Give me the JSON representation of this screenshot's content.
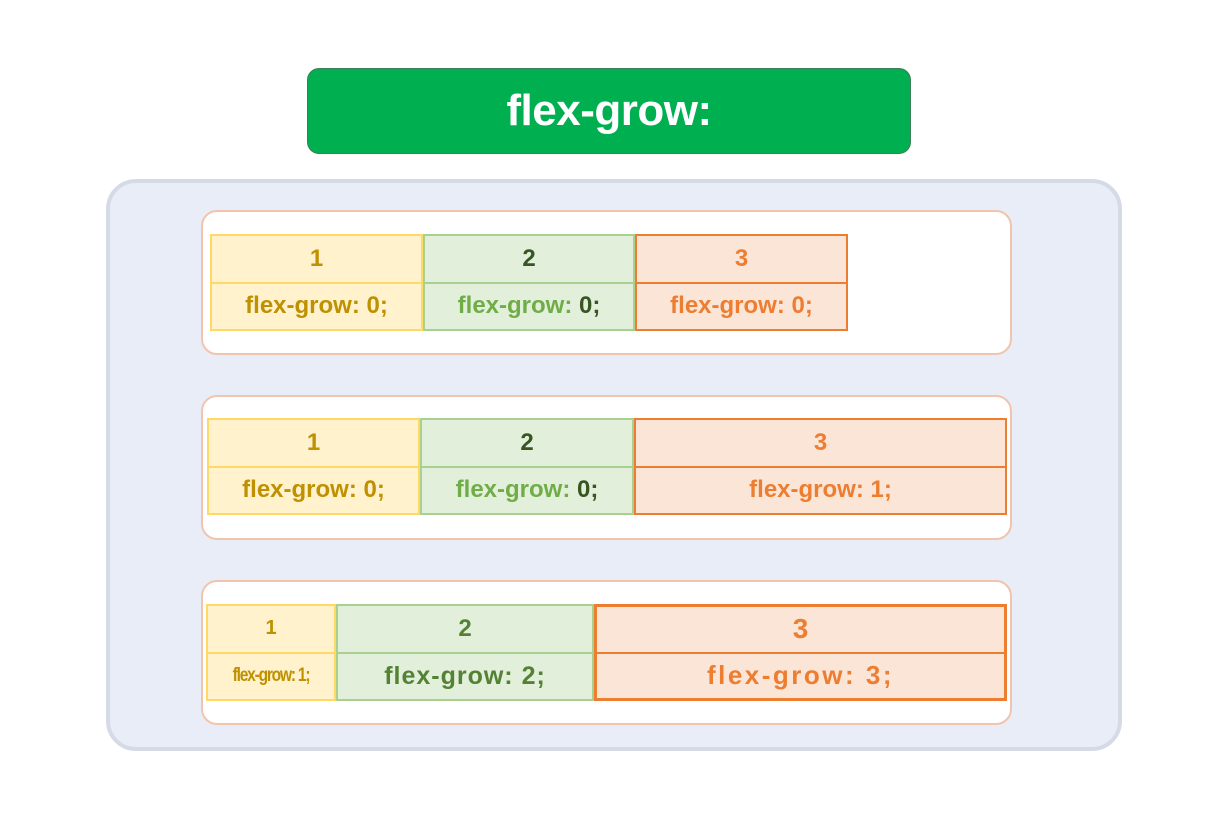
{
  "title": "flex-grow:",
  "rows": [
    {
      "items": [
        {
          "number": "1",
          "label": "flex-grow: 0;"
        },
        {
          "number": "2",
          "label_prefix": "flex-grow: ",
          "label_value": "0;"
        },
        {
          "number": "3",
          "label": "flex-grow: 0;"
        }
      ]
    },
    {
      "items": [
        {
          "number": "1",
          "label": "flex-grow: 0;"
        },
        {
          "number": "2",
          "label_prefix": "flex-grow: ",
          "label_value": "0;"
        },
        {
          "number": "3",
          "label": "flex-grow: 1;"
        }
      ]
    },
    {
      "items": [
        {
          "number": "1",
          "label": "flex-grow: 1;"
        },
        {
          "number": "2",
          "label": "flex-grow: 2;"
        },
        {
          "number": "3",
          "label": "flex-grow: 3;"
        }
      ]
    }
  ],
  "colors": {
    "banner": "#00b050",
    "item1": "#fff2cc",
    "item2": "#e2efda",
    "item3": "#fbe5d6"
  }
}
